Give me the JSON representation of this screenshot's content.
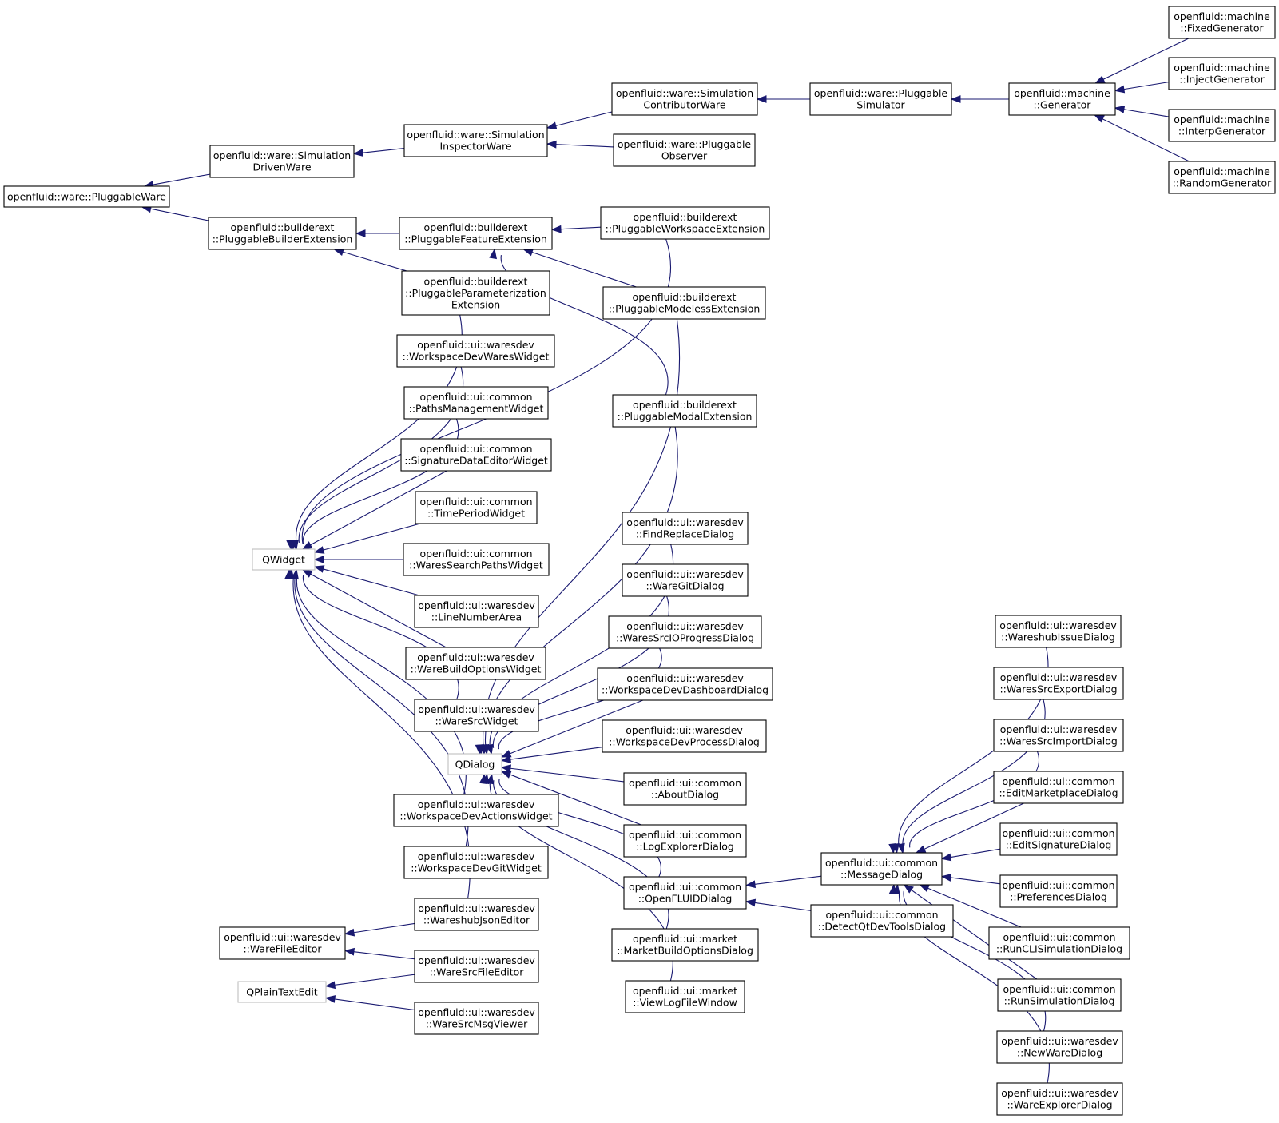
{
  "nodes": [
    {
      "id": "PW",
      "lines": [
        "openfluid::ware::PluggableWare"
      ],
      "external": false
    },
    {
      "id": "SDW",
      "lines": [
        "openfluid::ware::Simulation",
        "DrivenWare"
      ],
      "external": false
    },
    {
      "id": "PBE",
      "lines": [
        "openfluid::builderext",
        "::PluggableBuilderExtension"
      ],
      "external": false
    },
    {
      "id": "SIW",
      "lines": [
        "openfluid::ware::Simulation",
        "InspectorWare"
      ],
      "external": false
    },
    {
      "id": "SCW",
      "lines": [
        "openfluid::ware::Simulation",
        "ContributorWare"
      ],
      "external": false
    },
    {
      "id": "PO",
      "lines": [
        "openfluid::ware::Pluggable",
        "Observer"
      ],
      "external": false
    },
    {
      "id": "PS",
      "lines": [
        "openfluid::ware::Pluggable",
        "Simulator"
      ],
      "external": false
    },
    {
      "id": "GEN",
      "lines": [
        "openfluid::machine",
        "::Generator"
      ],
      "external": false
    },
    {
      "id": "FG",
      "lines": [
        "openfluid::machine",
        "::FixedGenerator"
      ],
      "external": false
    },
    {
      "id": "IG",
      "lines": [
        "openfluid::machine",
        "::InjectGenerator"
      ],
      "external": false
    },
    {
      "id": "INTG",
      "lines": [
        "openfluid::machine",
        "::InterpGenerator"
      ],
      "external": false
    },
    {
      "id": "RG",
      "lines": [
        "openfluid::machine",
        "::RandomGenerator"
      ],
      "external": false
    },
    {
      "id": "PFE",
      "lines": [
        "openfluid::builderext",
        "::PluggableFeatureExtension"
      ],
      "external": false
    },
    {
      "id": "PWE",
      "lines": [
        "openfluid::builderext",
        "::PluggableWorkspaceExtension"
      ],
      "external": false
    },
    {
      "id": "PPE",
      "lines": [
        "openfluid::builderext",
        "::PluggableParameterization",
        "Extension"
      ],
      "external": false
    },
    {
      "id": "PMLE",
      "lines": [
        "openfluid::builderext",
        "::PluggableModelessExtension"
      ],
      "external": false
    },
    {
      "id": "PME",
      "lines": [
        "openfluid::builderext",
        "::PluggableModalExtension"
      ],
      "external": false
    },
    {
      "id": "QW",
      "lines": [
        "QWidget"
      ],
      "external": true
    },
    {
      "id": "WDWW",
      "lines": [
        "openfluid::ui::waresdev",
        "::WorkspaceDevWaresWidget"
      ],
      "external": false
    },
    {
      "id": "PMW",
      "lines": [
        "openfluid::ui::common",
        "::PathsManagementWidget"
      ],
      "external": false
    },
    {
      "id": "SDEW",
      "lines": [
        "openfluid::ui::common",
        "::SignatureDataEditorWidget"
      ],
      "external": false
    },
    {
      "id": "TPW",
      "lines": [
        "openfluid::ui::common",
        "::TimePeriodWidget"
      ],
      "external": false
    },
    {
      "id": "WSPW",
      "lines": [
        "openfluid::ui::common",
        "::WaresSearchPathsWidget"
      ],
      "external": false
    },
    {
      "id": "LNA",
      "lines": [
        "openfluid::ui::waresdev",
        "::LineNumberArea"
      ],
      "external": false
    },
    {
      "id": "WBOW",
      "lines": [
        "openfluid::ui::waresdev",
        "::WareBuildOptionsWidget"
      ],
      "external": false
    },
    {
      "id": "WSW",
      "lines": [
        "openfluid::ui::waresdev",
        "::WareSrcWidget"
      ],
      "external": false
    },
    {
      "id": "QD",
      "lines": [
        "QDialog"
      ],
      "external": true
    },
    {
      "id": "WDAW",
      "lines": [
        "openfluid::ui::waresdev",
        "::WorkspaceDevActionsWidget"
      ],
      "external": false
    },
    {
      "id": "WDGW",
      "lines": [
        "openfluid::ui::waresdev",
        "::WorkspaceDevGitWidget"
      ],
      "external": false
    },
    {
      "id": "WJE",
      "lines": [
        "openfluid::ui::waresdev",
        "::WareshubJsonEditor"
      ],
      "external": false
    },
    {
      "id": "WFE",
      "lines": [
        "openfluid::ui::waresdev",
        "::WareFileEditor"
      ],
      "external": false
    },
    {
      "id": "WSFE",
      "lines": [
        "openfluid::ui::waresdev",
        "::WareSrcFileEditor"
      ],
      "external": false
    },
    {
      "id": "QPTE",
      "lines": [
        "QPlainTextEdit"
      ],
      "external": true
    },
    {
      "id": "WSMV",
      "lines": [
        "openfluid::ui::waresdev",
        "::WareSrcMsgViewer"
      ],
      "external": false
    },
    {
      "id": "FRD",
      "lines": [
        "openfluid::ui::waresdev",
        "::FindReplaceDialog"
      ],
      "external": false
    },
    {
      "id": "WGD",
      "lines": [
        "openfluid::ui::waresdev",
        "::WareGitDialog"
      ],
      "external": false
    },
    {
      "id": "WSIOPD",
      "lines": [
        "openfluid::ui::waresdev",
        "::WaresSrcIOProgressDialog"
      ],
      "external": false
    },
    {
      "id": "WDDD",
      "lines": [
        "openfluid::ui::waresdev",
        "::WorkspaceDevDashboardDialog"
      ],
      "external": false
    },
    {
      "id": "WDPD",
      "lines": [
        "openfluid::ui::waresdev",
        "::WorkspaceDevProcessDialog"
      ],
      "external": false
    },
    {
      "id": "AD",
      "lines": [
        "openfluid::ui::common",
        "::AboutDialog"
      ],
      "external": false
    },
    {
      "id": "LED",
      "lines": [
        "openfluid::ui::common",
        "::LogExplorerDialog"
      ],
      "external": false
    },
    {
      "id": "OFD",
      "lines": [
        "openfluid::ui::common",
        "::OpenFLUIDDialog"
      ],
      "external": false
    },
    {
      "id": "MBOD",
      "lines": [
        "openfluid::ui::market",
        "::MarketBuildOptionsDialog"
      ],
      "external": false
    },
    {
      "id": "VLFW",
      "lines": [
        "openfluid::ui::market",
        "::ViewLogFileWindow"
      ],
      "external": false
    },
    {
      "id": "MD",
      "lines": [
        "openfluid::ui::common",
        "::MessageDialog"
      ],
      "external": false
    },
    {
      "id": "DQDTD",
      "lines": [
        "openfluid::ui::common",
        "::DetectQtDevToolsDialog"
      ],
      "external": false
    },
    {
      "id": "WIID",
      "lines": [
        "openfluid::ui::waresdev",
        "::WareshubIssueDialog"
      ],
      "external": false
    },
    {
      "id": "WSED",
      "lines": [
        "openfluid::ui::waresdev",
        "::WaresSrcExportDialog"
      ],
      "external": false
    },
    {
      "id": "WSID",
      "lines": [
        "openfluid::ui::waresdev",
        "::WaresSrcImportDialog"
      ],
      "external": false
    },
    {
      "id": "EMD",
      "lines": [
        "openfluid::ui::common",
        "::EditMarketplaceDialog"
      ],
      "external": false
    },
    {
      "id": "ESD",
      "lines": [
        "openfluid::ui::common",
        "::EditSignatureDialog"
      ],
      "external": false
    },
    {
      "id": "PRD",
      "lines": [
        "openfluid::ui::common",
        "::PreferencesDialog"
      ],
      "external": false
    },
    {
      "id": "RCSD",
      "lines": [
        "openfluid::ui::common",
        "::RunCLISimulationDialog"
      ],
      "external": false
    },
    {
      "id": "RSD",
      "lines": [
        "openfluid::ui::common",
        "::RunSimulationDialog"
      ],
      "external": false
    },
    {
      "id": "NWD",
      "lines": [
        "openfluid::ui::waresdev",
        "::NewWareDialog"
      ],
      "external": false
    },
    {
      "id": "WED",
      "lines": [
        "openfluid::ui::waresdev",
        "::WareExplorerDialog"
      ],
      "external": false
    }
  ],
  "edges": [
    [
      "SDW",
      "PW"
    ],
    [
      "PBE",
      "PW"
    ],
    [
      "SIW",
      "SDW"
    ],
    [
      "SCW",
      "SIW"
    ],
    [
      "PO",
      "SIW"
    ],
    [
      "PS",
      "SCW"
    ],
    [
      "GEN",
      "PS"
    ],
    [
      "FG",
      "GEN"
    ],
    [
      "IG",
      "GEN"
    ],
    [
      "INTG",
      "GEN"
    ],
    [
      "RG",
      "GEN"
    ],
    [
      "PFE",
      "PBE"
    ],
    [
      "PPE",
      "PBE"
    ],
    [
      "PWE",
      "PFE"
    ],
    [
      "PMLE",
      "PFE"
    ],
    [
      "PME",
      "PFE"
    ],
    [
      "PWE",
      "QW"
    ],
    [
      "PPE",
      "QW"
    ],
    [
      "WDWW",
      "QW"
    ],
    [
      "PMW",
      "QW"
    ],
    [
      "SDEW",
      "QW"
    ],
    [
      "TPW",
      "QW"
    ],
    [
      "WSPW",
      "QW"
    ],
    [
      "LNA",
      "QW"
    ],
    [
      "WBOW",
      "QW"
    ],
    [
      "WSW",
      "QW"
    ],
    [
      "WDAW",
      "QW"
    ],
    [
      "WDGW",
      "QW"
    ],
    [
      "WJE",
      "QW"
    ],
    [
      "WJE",
      "WFE"
    ],
    [
      "WSFE",
      "WFE"
    ],
    [
      "WSFE",
      "QPTE"
    ],
    [
      "WSMV",
      "QPTE"
    ],
    [
      "PMLE",
      "QD"
    ],
    [
      "PME",
      "QD"
    ],
    [
      "FRD",
      "QD"
    ],
    [
      "WGD",
      "QD"
    ],
    [
      "WSIOPD",
      "QD"
    ],
    [
      "WDDD",
      "QD"
    ],
    [
      "WDPD",
      "QD"
    ],
    [
      "AD",
      "QD"
    ],
    [
      "LED",
      "QD"
    ],
    [
      "OFD",
      "QD"
    ],
    [
      "MBOD",
      "QD"
    ],
    [
      "VLFW",
      "QD"
    ],
    [
      "MD",
      "OFD"
    ],
    [
      "DQDTD",
      "OFD"
    ],
    [
      "WIID",
      "MD"
    ],
    [
      "WSED",
      "MD"
    ],
    [
      "WSID",
      "MD"
    ],
    [
      "EMD",
      "MD"
    ],
    [
      "ESD",
      "MD"
    ],
    [
      "PRD",
      "MD"
    ],
    [
      "RCSD",
      "MD"
    ],
    [
      "RSD",
      "MD"
    ],
    [
      "NWD",
      "MD"
    ],
    [
      "WED",
      "MD"
    ]
  ],
  "colors": {
    "edge": "#191970",
    "node_border": "#000000",
    "external_border": "#bfbfbf"
  }
}
